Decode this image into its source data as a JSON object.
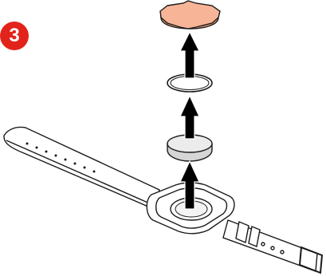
{
  "step": {
    "number": "3",
    "color": "#e2231a"
  },
  "colors": {
    "cover": "#f7b497",
    "battery": "#d6d6d6",
    "outline": "#1a1a1a",
    "arrow": "#000000"
  },
  "parts": [
    {
      "name": "battery-cover"
    },
    {
      "name": "gasket-ring"
    },
    {
      "name": "battery"
    },
    {
      "name": "watch-band-case"
    }
  ],
  "arrows": [
    {
      "name": "up-arrow-cover"
    },
    {
      "name": "up-arrow-gasket"
    },
    {
      "name": "up-arrow-battery"
    }
  ]
}
